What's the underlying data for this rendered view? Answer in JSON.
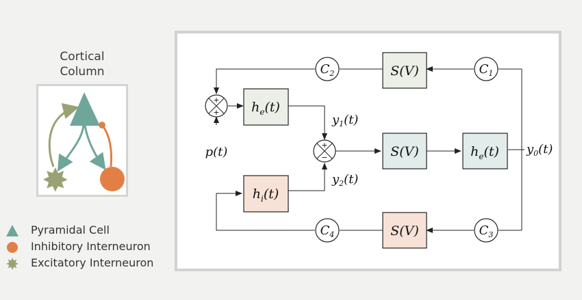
{
  "left_panel": {
    "title_line1": "Cortical",
    "title_line2": "Column"
  },
  "legend": {
    "items": [
      {
        "label": "Pyramidal Cell",
        "shape": "triangle",
        "color": "#6fa69a"
      },
      {
        "label": "Inhibitory Interneuron",
        "shape": "circle",
        "color": "#e37f45"
      },
      {
        "label": "Excitatory Interneuron",
        "shape": "star",
        "color": "#9aa273"
      }
    ]
  },
  "colors": {
    "pyramidal": "#6fa69a",
    "inhibitory": "#e37f45",
    "excitatory": "#9aa273",
    "block_gray": "#eceee8",
    "block_teal": "#e2ecea",
    "block_peach": "#f8e2d8"
  },
  "diagram": {
    "c1": {
      "base": "C",
      "sub": "1"
    },
    "c2": {
      "base": "C",
      "sub": "2"
    },
    "c3": {
      "base": "C",
      "sub": "3"
    },
    "c4": {
      "base": "C",
      "sub": "4"
    },
    "sig_top": "S(V)",
    "sig_mid": "S(V)",
    "sig_bottom": "S(V)",
    "he_top": {
      "base": "h",
      "sub": "e",
      "arg": "(t)"
    },
    "he_right": {
      "base": "h",
      "sub": "e",
      "arg": "(t)"
    },
    "hi": {
      "base": "h",
      "sub": "i",
      "arg": "(t)"
    },
    "p_label": "p(t)",
    "y1": {
      "base": "y",
      "sub": "1",
      "arg": "(t)"
    },
    "y2": {
      "base": "y",
      "sub": "2",
      "arg": "(t)"
    },
    "y0": {
      "base": "y",
      "sub": "0",
      "arg": "(t)"
    },
    "sum1_signs": [
      "+",
      "+"
    ],
    "sum2_signs": [
      "+",
      "−"
    ]
  }
}
